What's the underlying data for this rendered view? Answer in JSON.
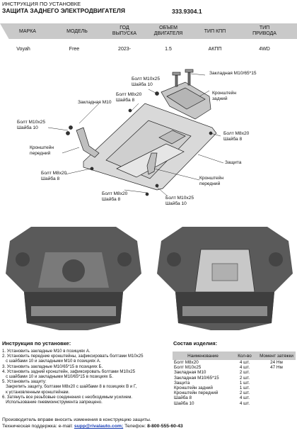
{
  "header": {
    "line1": "ИНСТРУКЦИЯ ПО УСТАНОВКЕ",
    "line2": "ЗАЩИТА ЗАДНЕГО ЭЛЕКТРОДВИГАТЕЛЯ",
    "code": "333.9304.1"
  },
  "spec": {
    "headers": [
      "МАРКА",
      "МОДЕЛЬ",
      "ГОД\nВЫПУСКА",
      "ОБЪЕМ\nДВИГАТЕЛЯ",
      "ТИП КПП",
      "ТИП\nПРИВОДА"
    ],
    "values": [
      "Voyah",
      "Free",
      "2023-",
      "1.5",
      "АКПП",
      "4WD"
    ]
  },
  "callouts": {
    "bolt_top": "Болт М10х25\nШайба 10",
    "embedded_m10_15": "Закладная М10/65*15",
    "bracket_rear": "Кронштейн\nзадний",
    "embedded_m10": "Закладная М10",
    "bolt_m8_top": "Болт М8х20\nШайба 8",
    "bolt_left": "Болт М10х25\nШайба 10",
    "bolt_m8_right": "Болт М8х20\nШайба 8",
    "bracket_front_left": "Кронштейн\nпередний",
    "guard": "Защита",
    "bolt_m8_left": "Болт М8х20\nШайба 8",
    "bracket_front_right": "Кронштейн\nпередний",
    "bolt_m8_bottom": "Болт М8х20\nШайба 8",
    "bolt_m10_bottom": "Болт М10х25\nШайба 10"
  },
  "instructions": {
    "title": "Инструкция по установке:",
    "steps": [
      "1. Установить закладные М10 в позициях А.",
      "2. Установить передние кронштейны, зафиксировать болтами М10х25",
      "   с шайбами 10 и закладными М10 в позициях А.",
      "3. Установить закладные М10/65*15 в позициях Б.",
      "4. Установить задний кронштейн, зафиксировать болтами М10х25",
      "   с шайбами 10 и закладными М10/65*15 в позициях Б.",
      "5. Установить защиту:",
      "   Закрепить защиту, болтами М8х20 с шайбами 8 в позициях В и Г,",
      "   к установленным кронштейнам.",
      "6. Затянуть все резьбовые соединения с необходимым усилием.",
      "   Использование пневмоинструмента запрещено."
    ]
  },
  "parts": {
    "title": "Состав изделия:",
    "headers": [
      "Наименование",
      "Кол-во",
      "Момент затяжки"
    ],
    "rows": [
      [
        "Болт М8х20",
        "4 шт.",
        "24 Нм"
      ],
      [
        "Болт М10х25",
        "4 шт.",
        "47 Нм"
      ],
      [
        "Закладная М10",
        "2 шт.",
        ""
      ],
      [
        "Закладная М10/65*15",
        "2 шт.",
        ""
      ],
      [
        "Защита",
        "1 шт.",
        ""
      ],
      [
        "Кронштейн задний",
        "1 шт.",
        ""
      ],
      [
        "Кронштейн передний",
        "2 шт.",
        ""
      ],
      [
        "Шайба 8",
        "4 шт.",
        ""
      ],
      [
        "Шайба 10",
        "4 шт.",
        ""
      ]
    ]
  },
  "footer": {
    "line1": "Производитель вправе вносить изменения в конструкцию защиты.",
    "support_label": "Техническая поддержка:  e-mail: ",
    "email": "supp@rivalauto.com;",
    "phone_label": " Телефон: ",
    "phone": "8-800-555-60-43"
  }
}
